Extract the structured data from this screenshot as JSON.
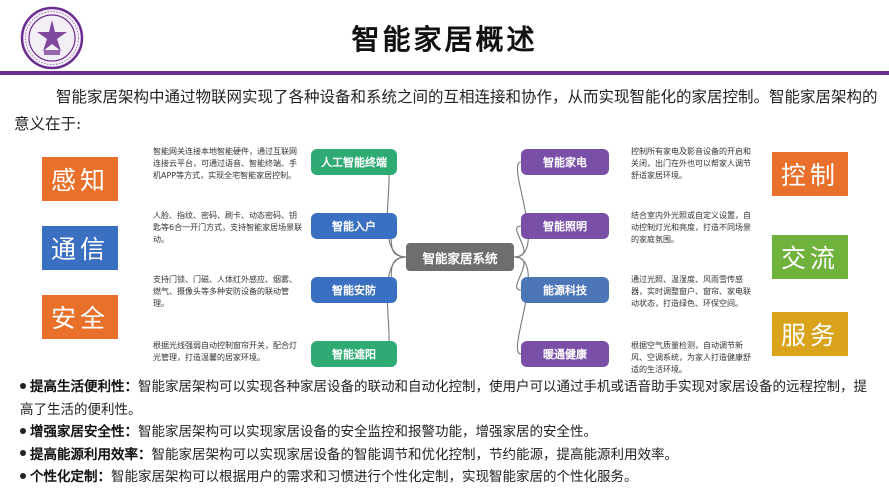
{
  "title": "智能家居概述",
  "intro": "智能家居架构中通过物联网实现了各种设备和系统之间的互相连接和协作，从而实现智能化的家居控制。智能家居架构的意义在于:",
  "left_labels": [
    {
      "text": "感知",
      "color": "#e8702a"
    },
    {
      "text": "通信",
      "color": "#3a6fc2"
    },
    {
      "text": "安全",
      "color": "#e8702a"
    }
  ],
  "right_labels": [
    {
      "text": "控制",
      "color": "#e8702a"
    },
    {
      "text": "交流",
      "color": "#6fb23c"
    },
    {
      "text": "服务",
      "color": "#d9a41c"
    }
  ],
  "center": "智能家居系统",
  "left_nodes": [
    {
      "label": "人工智能终端",
      "color": "#2eab72",
      "desc": "智能网关连接本地智能硬件，通过互联网连接云平台，可通过语音、智能终端、手机APP等方式，实现全宅智能家居控制。"
    },
    {
      "label": "智能入户",
      "color": "#3a6fc2",
      "desc": "人脸、指纹、密码、刷卡、动态密码、钥匙等6合一开门方式，支持智能家居场景联动。"
    },
    {
      "label": "智能安防",
      "color": "#3a6fc2",
      "desc": "支持门锁、门磁、人体红外感应、烟雾、燃气、摄像头等多种安防设备的联动管理。"
    },
    {
      "label": "智能遮阳",
      "color": "#2eab72",
      "desc": "根据光线强弱自动控制窗帘开关，配合灯光管理，打造温馨的居家环境。"
    }
  ],
  "right_nodes": [
    {
      "label": "智能家电",
      "color": "#7a4fa8",
      "desc": "控制所有家电及影音设备的开启和关闭，出门在外也可以帮家人调节舒适家居环境。"
    },
    {
      "label": "智能照明",
      "color": "#7a4fa8",
      "desc": "结合室内外光照或自定义设置，自动控制灯光和亮度，打造不同场景的家庭氛围。"
    },
    {
      "label": "能源科技",
      "color": "#4d76b8",
      "desc": "通过光照、温湿度、风雨雪传感器，实时调整窗户、窗帘、家电联动状态，打造绿色、环保空间。"
    },
    {
      "label": "暖通健康",
      "color": "#7a4fa8",
      "desc": "根据空气质量检测，自动调节新风、空调系统，为家人打造健康舒适的生活环境。"
    }
  ],
  "bullets": [
    {
      "head": "提高生活便利性：",
      "body": "智能家居架构可以实现各种家居设备的联动和自动化控制，使用户可以通过手机或语音助手实现对家居设备的远程控制，提高了生活的便利性。"
    },
    {
      "head": "增强家居安全性：",
      "body": "智能家居架构可以实现家居设备的安全监控和报警功能，增强家居的安全性。"
    },
    {
      "head": "提高能源利用效率：",
      "body": "智能家居架构可以实现家居设备的智能调节和优化控制，节约能源，提高能源利用效率。"
    },
    {
      "head": "个性化定制：",
      "body": "智能家居架构可以根据用户的需求和习惯进行个性化定制，实现智能家居的个性化服务。"
    }
  ],
  "colors": {
    "accent": "#6a2c8e",
    "center": "#6e6e6e"
  },
  "icons": {
    "logo": "university-seal-icon"
  }
}
